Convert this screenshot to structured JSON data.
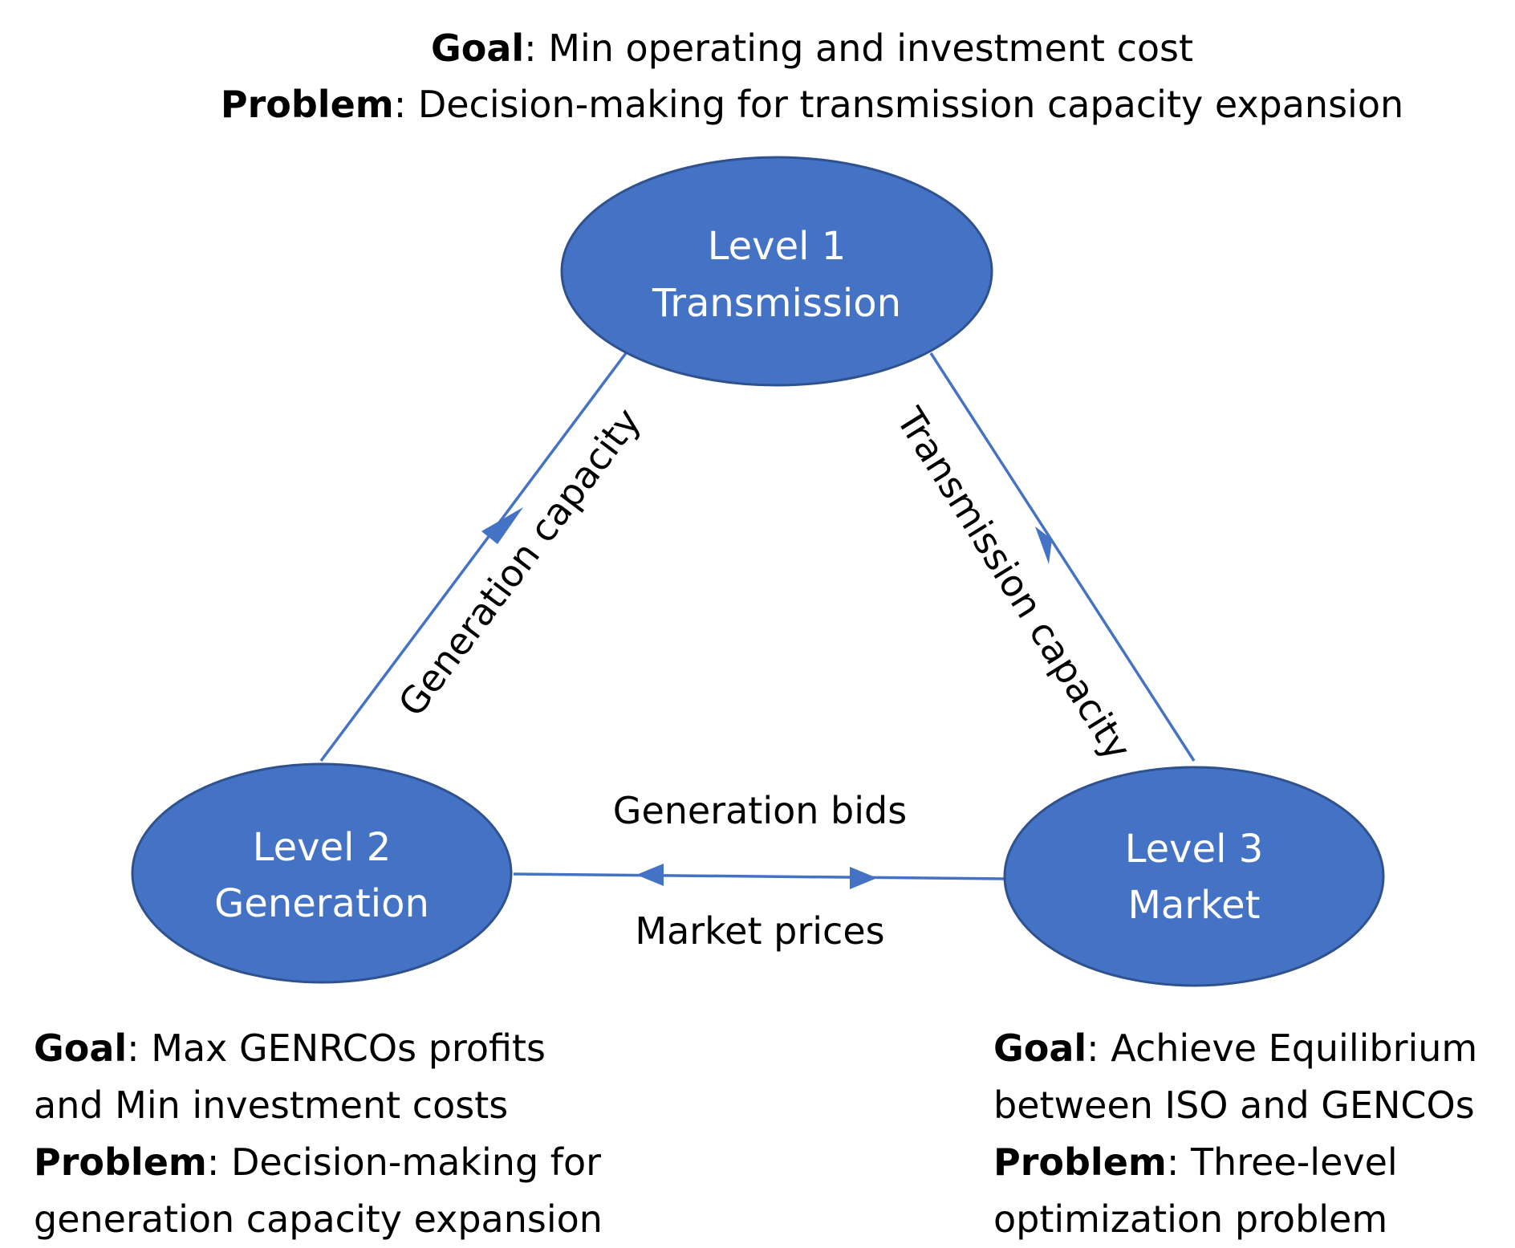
{
  "top_note": {
    "goal_key": "Goal",
    "goal_text": ": Min operating and investment cost",
    "problem_key": "Problem",
    "problem_text": ": Decision-making for  transmission capacity expansion"
  },
  "nodes": {
    "level1": {
      "line1": "Level 1",
      "line2": "Transmission"
    },
    "level2": {
      "line1": "Level 2",
      "line2": "Generation"
    },
    "level3": {
      "line1": "Level 3",
      "line2": "Market"
    }
  },
  "edges": {
    "left": "Generation capacity",
    "right": "Transmission capacity",
    "bottom_top": "Generation bids",
    "bottom_bottom": "Market prices"
  },
  "bottom_left_note": {
    "goal_key": "Goal",
    "goal_line1": ": Max GENRCOs profits",
    "goal_line2": "and Min investment costs",
    "problem_key": "Problem",
    "problem_line1": ": Decision-making for",
    "problem_line2": "generation capacity expansion"
  },
  "bottom_right_note": {
    "goal_key": "Goal",
    "goal_line1": ": Achieve Equilibrium",
    "goal_line2": "between ISO and GENCOs",
    "problem_key": "Problem",
    "problem_line1": ": Three-level",
    "problem_line2": "optimization problem"
  },
  "colors": {
    "node_fill": "#4472C4",
    "node_stroke": "#2F528F",
    "edge": "#4472C4"
  }
}
